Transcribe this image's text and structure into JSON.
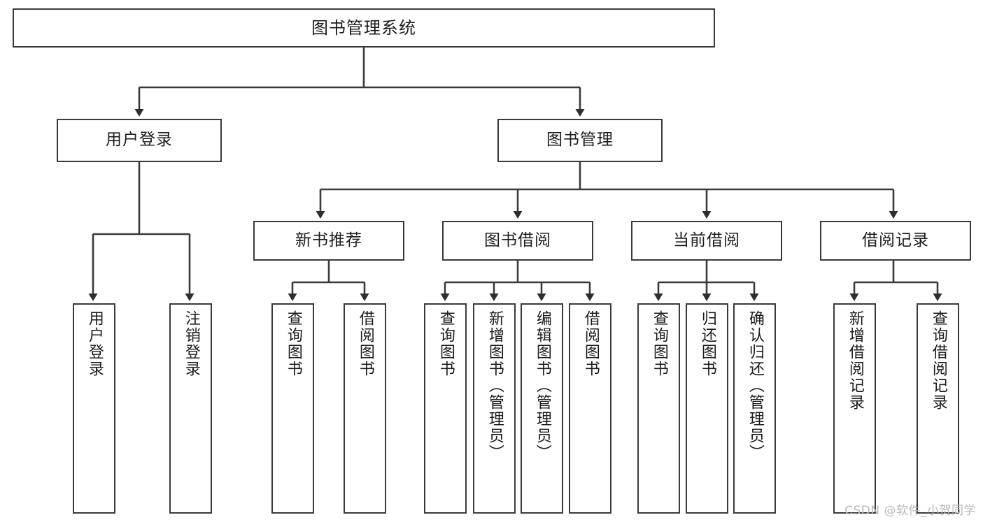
{
  "diagram": {
    "title": "图书管理系统",
    "type": "tree-hierarchy",
    "watermark": "CSDN @软件_小贺同学",
    "colors": {
      "border": "#3a3a3a",
      "text": "#1c1c1c",
      "background": "#ffffff",
      "watermark": "#b9b9b9"
    }
  },
  "nodes": {
    "root": {
      "label": "图书管理系统"
    },
    "level1": [
      {
        "id": "user-login",
        "label": "用户登录"
      },
      {
        "id": "book-manage",
        "label": "图书管理"
      }
    ],
    "level2": [
      {
        "id": "new-book-recommend",
        "label": "新书推荐"
      },
      {
        "id": "book-borrow",
        "label": "图书借阅"
      },
      {
        "id": "current-borrow",
        "label": "当前借阅"
      },
      {
        "id": "borrow-record",
        "label": "借阅记录"
      }
    ],
    "leaves": {
      "user-login": [
        {
          "id": "leaf-user-login",
          "label": "用户登录"
        },
        {
          "id": "leaf-logout-login",
          "label": "注销登录"
        }
      ],
      "new-book-recommend": [
        {
          "id": "leaf-query-book-1",
          "label": "查询图书"
        },
        {
          "id": "leaf-borrow-book-1",
          "label": "借阅图书"
        }
      ],
      "book-borrow": [
        {
          "id": "leaf-query-book-2",
          "label": "查询图书"
        },
        {
          "id": "leaf-add-book",
          "label": "新增图书（管理员）"
        },
        {
          "id": "leaf-edit-book",
          "label": "编辑图书（管理员）"
        },
        {
          "id": "leaf-borrow-book-2",
          "label": "借阅图书"
        }
      ],
      "current-borrow": [
        {
          "id": "leaf-query-book-3",
          "label": "查询图书"
        },
        {
          "id": "leaf-return-book",
          "label": "归还图书"
        },
        {
          "id": "leaf-confirm-return",
          "label": "确认归还（管理员）"
        }
      ],
      "borrow-record": [
        {
          "id": "leaf-add-record",
          "label": "新增借阅记录"
        },
        {
          "id": "leaf-query-record",
          "label": "查询借阅记录"
        }
      ]
    }
  }
}
